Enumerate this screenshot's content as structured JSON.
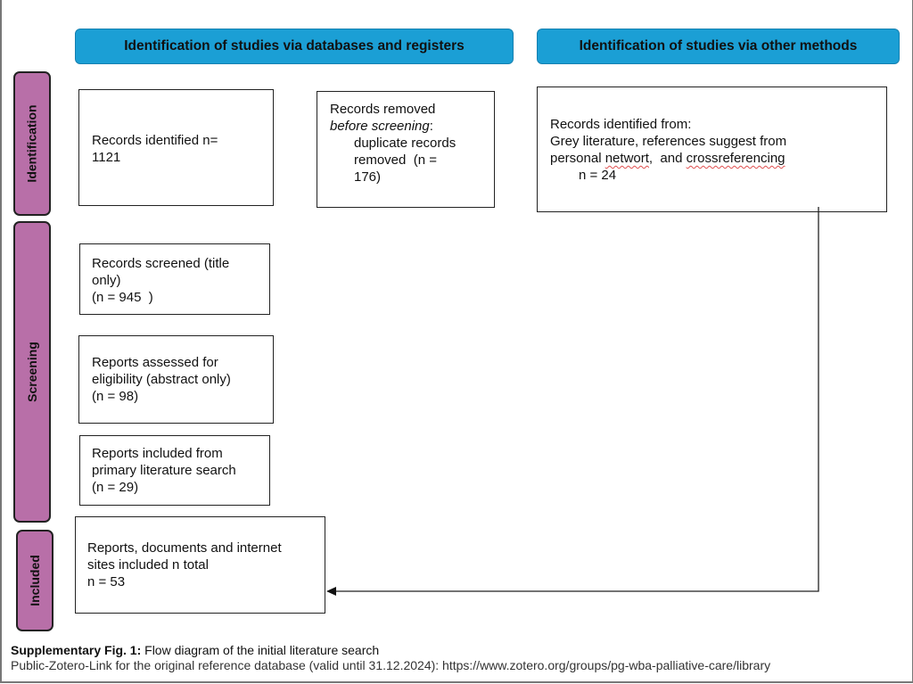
{
  "headers": {
    "databases": "Identification of studies via databases and registers",
    "other": "Identification of studies via other methods"
  },
  "stages": {
    "identification": "Identification",
    "screening": "Screening",
    "included": "Included"
  },
  "boxes": {
    "records_identified": [
      "Records identified n=",
      "1121"
    ],
    "records_removed": {
      "line1": "Records removed",
      "line2_italic": "before screening",
      "line2_rest": ":",
      "line3": "duplicate records",
      "line4": "removed  (n =",
      "line5": "176)"
    },
    "other_records": {
      "line1": "Records identified from:",
      "line2": "Grey literature, references suggest from",
      "line3_a": "personal ",
      "line3_b": "networt",
      "line3_c": ",  and ",
      "line3_d": "crossreferencing",
      "line4": "n = 24"
    },
    "screened": [
      "Records screened (title",
      "only)",
      "(n = 945  )"
    ],
    "assessed": [
      "Reports assessed for",
      "eligibility (abstract only)",
      "(n = 98)"
    ],
    "included_primary": [
      "Reports included from",
      "primary literature search",
      "(n = 29)"
    ],
    "included_total": [
      "Reports, documents and internet",
      "sites included n total",
      "n = 53"
    ]
  },
  "caption": {
    "label": "Supplementary Fig. 1:",
    "text": " Flow diagram of the initial literature search",
    "link_line": "Public-Zotero-Link for the original reference database (valid until 31.12.2024): https://www.zotero.org/groups/pg-wba-palliative-care/library"
  },
  "colors": {
    "header": "#1b9fd5",
    "stage": "#b86fa8"
  }
}
